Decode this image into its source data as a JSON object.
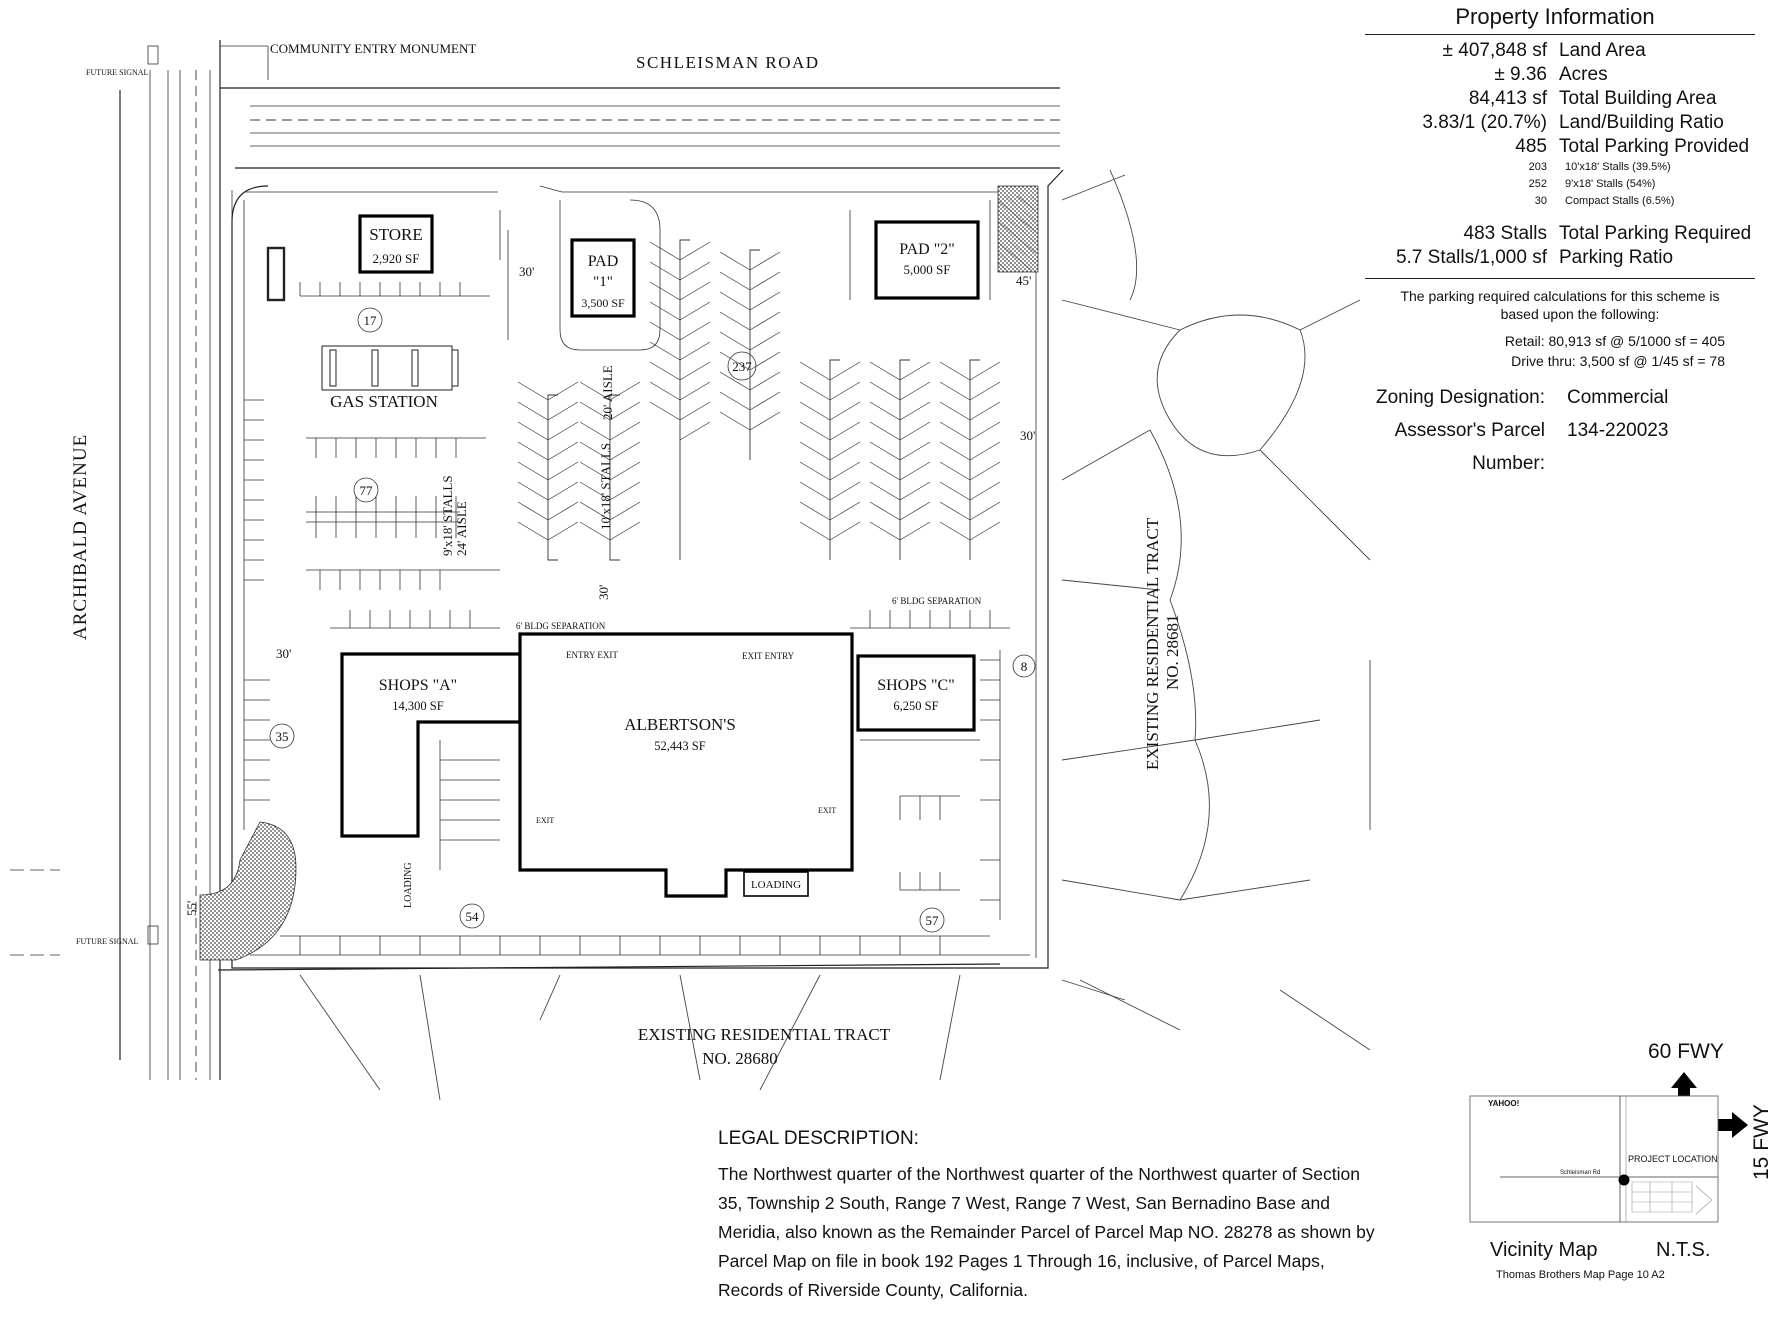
{
  "site_plan": {
    "roads": {
      "north": "SCHLEISMAN ROAD",
      "west": "ARCHIBALD AVENUE",
      "monument": "COMMUNITY ENTRY MONUMENT",
      "future_signal_top": "FUTURE SIGNAL",
      "future_signal_bottom": "FUTURE SIGNAL"
    },
    "buildings": {
      "store": {
        "name": "STORE",
        "area": "2,920 SF"
      },
      "pad1": {
        "name": "PAD",
        "sub": "\"1\"",
        "area": "3,500 SF"
      },
      "pad2": {
        "name": "PAD \"2\"",
        "area": "5,000 SF"
      },
      "gas": {
        "name": "GAS STATION"
      },
      "shops_a": {
        "name": "SHOPS \"A\"",
        "area": "14,300 SF"
      },
      "albertsons": {
        "name": "ALBERTSON'S",
        "area": "52,443 SF"
      },
      "shops_c": {
        "name": "SHOPS \"C\"",
        "area": "6,250 SF"
      },
      "loading_main": "LOADING",
      "loading_a": "LOADING"
    },
    "neighbors": {
      "south_line1": "EXISTING RESIDENTIAL TRACT",
      "south_line2": "NO. 28680",
      "east_line1": "EXISTING RESIDENTIAL TRACT",
      "east_line2": "NO. 28681"
    },
    "stall_counts": [
      {
        "label": "17"
      },
      {
        "label": "237"
      },
      {
        "label": "77"
      },
      {
        "label": "35"
      },
      {
        "label": "54"
      },
      {
        "label": "57"
      },
      {
        "label": "8"
      }
    ],
    "annotations": {
      "entry_exit_left": "ENTRY EXIT",
      "exit_entry_right": "EXIT ENTRY",
      "exit_west": "EXIT",
      "exit_east": "EXIT",
      "bldg_sep_left": "6' BLDG SEPARATION",
      "bldg_sep_right": "6' BLDG SEPARATION",
      "aisle_20": "20' AISLE",
      "stalls_10x18": "10'x18' STALLS",
      "stalls_9x18": "9'x18' STALLS",
      "aisle_24": "24' AISLE",
      "dim_30a": "30'",
      "dim_30b": "30'",
      "dim_30c": "30'",
      "dim_30d": "30'",
      "dim_45": "45'",
      "dim_55": "55'"
    }
  },
  "property_info": {
    "title": "Property Information",
    "rows": [
      {
        "value": "± 407,848 sf",
        "label": "Land Area"
      },
      {
        "value": "± 9.36",
        "label": "Acres"
      },
      {
        "value": "84,413 sf",
        "label": "Total Building Area"
      },
      {
        "value": "3.83/1 (20.7%)",
        "label": "Land/Building Ratio"
      },
      {
        "value": "485",
        "label": "Total Parking Provided"
      }
    ],
    "stall_rows": [
      {
        "value": "203",
        "label": "10'x18' Stalls (39.5%)"
      },
      {
        "value": "252",
        "label": "9'x18' Stalls (54%)"
      },
      {
        "value": "30",
        "label": "Compact Stalls (6.5%)"
      }
    ],
    "req_rows": [
      {
        "value": "483 Stalls",
        "label": "Total Parking Required"
      },
      {
        "value": "5.7 Stalls/1,000 sf",
        "label": "Parking Ratio"
      }
    ],
    "note_line1": "The parking required calculations for this scheme is",
    "note_line2": "based upon the following:",
    "calc_retail": "Retail: 80,913 sf @ 5/1000 sf = 405",
    "calc_drive": "Drive thru: 3,500 sf @ 1/45 sf = 78",
    "zoning_label": "Zoning Designation:",
    "zoning_value": "Commercial",
    "apn_label": "Assessor's Parcel Number:",
    "apn_value": "134-220023"
  },
  "legal": {
    "heading": "LEGAL DESCRIPTION:",
    "text": "The Northwest quarter of the Northwest quarter of the Northwest quarter of Section 35, Township 2 South, Range 7 West, Range 7 West, San Bernadino Base and Meridia, also known as the Remainder Parcel of Parcel Map NO. 28278 as shown by Parcel Map on file in book 192 Pages 1 Through 16, inclusive, of Parcel Maps, Records of Riverside County, California."
  },
  "vicinity": {
    "fwy_60": "60 FWY",
    "fwy_15": "15 FWY",
    "yahoo": "YAHOO!",
    "project_location": "PROJECT LOCATION",
    "street": "Schleisman Rd",
    "title": "Vicinity Map",
    "nts": "N.T.S.",
    "source": "Thomas Brothers Map Page 10  A2"
  }
}
